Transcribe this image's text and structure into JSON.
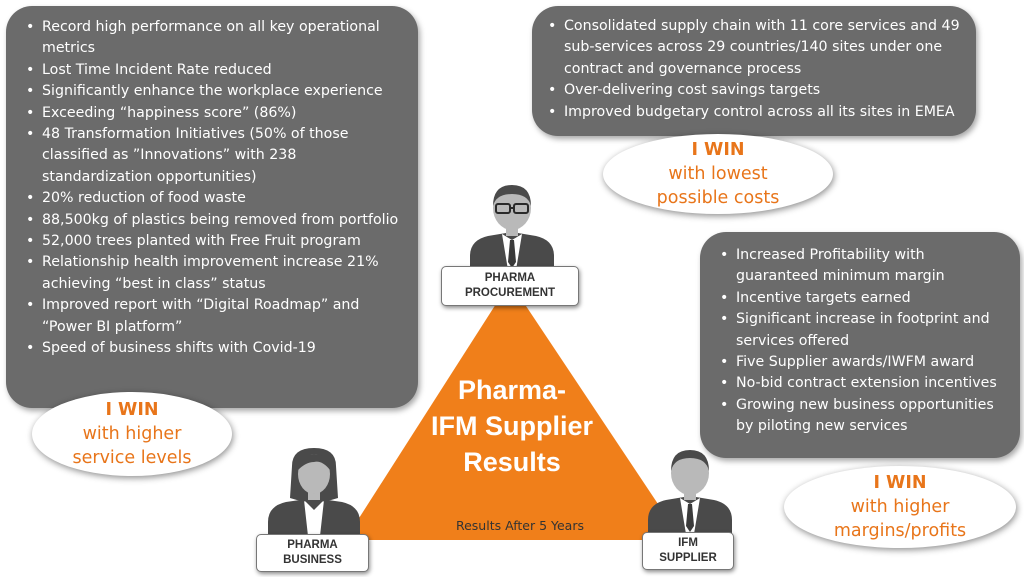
{
  "colors": {
    "box_fill": "#6b6b6b",
    "accent_orange": "#f07f1a",
    "bubble_text": "#e8751a"
  },
  "business_results": [
    "Record high performance on all key operational metrics",
    "Lost Time Incident Rate reduced",
    "Significantly enhance the workplace experience",
    "Exceeding “happiness score” (86%)",
    "48 Transformation Initiatives (50% of those classified as ”Innovations” with 238 standardization opportunities)",
    "20% reduction of food waste",
    "88,500kg of plastics being removed from portfolio",
    "52,000 trees planted with Free Fruit program",
    "Relationship health improvement increase 21% achieving “best in class” status",
    "Improved report with “Digital Roadmap” and “Power BI platform”",
    "Speed of business shifts with Covid-19"
  ],
  "procurement_results": [
    "Consolidated supply chain with 11 core services and 49 sub-services across 29 countries/140 sites under one contract and governance process",
    "Over-delivering cost savings targets",
    "Improved budgetary control across all its sites in EMEA"
  ],
  "supplier_results": [
    "Increased Profitability with guaranteed minimum margin",
    "Incentive targets earned",
    "Significant increase in footprint and services offered",
    "Five Supplier awards/IWFM award",
    "No-bid contract extension incentives",
    "Growing new business opportunities by piloting new services"
  ],
  "bubbles": {
    "procurement": {
      "title": "I WIN",
      "line1": "with lowest",
      "line2": "possible costs"
    },
    "business": {
      "title": "I WIN",
      "line1": "with higher",
      "line2": "service levels"
    },
    "supplier": {
      "title": "I WIN",
      "line1": "with higher",
      "line2": "margins/profits"
    }
  },
  "center": {
    "line1": "Pharma-",
    "line2": "IFM Supplier",
    "line3": "Results",
    "note": "Results After 5 Years"
  },
  "labels": {
    "procurement": {
      "line1": "PHARMA",
      "line2": "PROCUREMENT"
    },
    "business": {
      "line1": "PHARMA",
      "line2": "BUSINESS"
    },
    "supplier": {
      "line1": "IFM",
      "line2": "SUPPLIER"
    }
  },
  "icons": {
    "procurement": "man-with-glasses-icon",
    "business": "woman-icon",
    "supplier": "man-icon"
  }
}
